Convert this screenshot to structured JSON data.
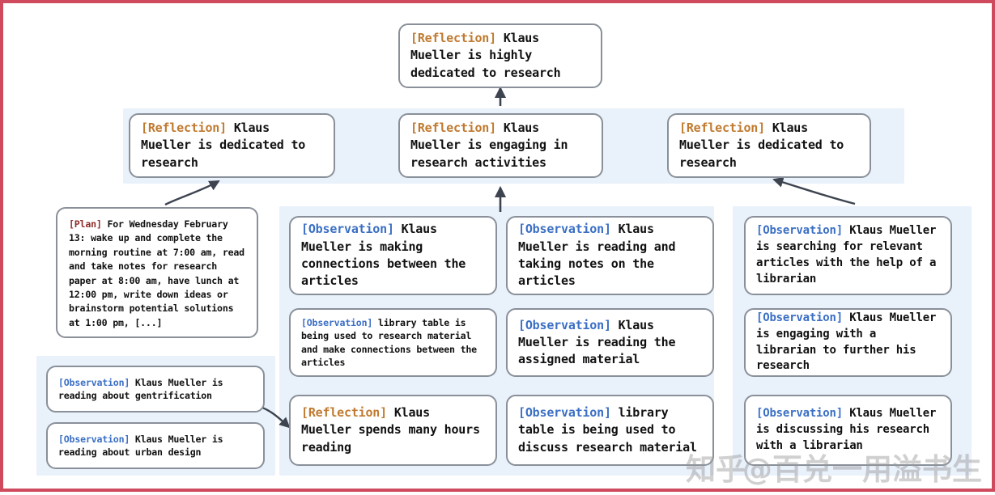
{
  "theme": {
    "page_border": "#cf4a5c",
    "panel_bg": "#e9f1fb",
    "node_border": "#8a9099",
    "node_bg": "#ffffff",
    "tag_reflection_color": "#c07a30",
    "tag_observation_color": "#3b6fc4",
    "tag_plan_color": "#8e2d2d",
    "arrow_color": "#3d4450"
  },
  "tags": {
    "reflection": "[Reflection]",
    "observation": "[Observation]",
    "plan": "[Plan]"
  },
  "top": {
    "tag": "[Reflection]",
    "text": " Klaus Mueller is highly dedicated to research"
  },
  "reflections": [
    {
      "tag": "[Reflection]",
      "text": " Klaus Mueller is dedicated to research"
    },
    {
      "tag": "[Reflection]",
      "text": " Klaus Mueller is engaging in research activities"
    },
    {
      "tag": "[Reflection]",
      "text": " Klaus Mueller is dedicated to research"
    }
  ],
  "plan": {
    "tag": "[Plan]",
    "text": " For Wednesday February 13: wake up and complete the morning routine at 7:00 am, read and take notes for research paper at 8:00 am, have lunch at 12:00 pm, write down ideas or brainstorm potential solutions at 1:00 pm, [...]"
  },
  "left_observations": [
    {
      "tag": "[Observation]",
      "text": " Klaus Mueller is reading about gentrification"
    },
    {
      "tag": "[Observation]",
      "text": " Klaus Mueller is reading about urban design"
    }
  ],
  "column_a": [
    {
      "tag": "[Observation]",
      "text": " Klaus Mueller is making connections between the articles",
      "size": "fs15"
    },
    {
      "tag": "[Observation]",
      "text": " library table is being used to research material and make connections between the articles",
      "size": "fs12"
    },
    {
      "tag": "[Reflection]",
      "text": " Klaus Mueller spends many hours reading",
      "size": "fs15"
    }
  ],
  "column_b": [
    {
      "tag": "[Observation]",
      "text": " Klaus Mueller is reading and taking notes on the articles",
      "size": "fs15"
    },
    {
      "tag": "[Observation]",
      "text": " Klaus Mueller is reading the assigned material",
      "size": "fs15"
    },
    {
      "tag": "[Observation]",
      "text": " library table is being used to discuss research material",
      "size": "fs15"
    }
  ],
  "column_c": [
    {
      "tag": "[Observation]",
      "text": " Klaus Mueller is searching for relevant articles with the help of a librarian",
      "size": "fs14"
    },
    {
      "tag": "[Observation]",
      "text": " Klaus Mueller is engaging with a librarian to further his research",
      "size": "fs14"
    },
    {
      "tag": "[Observation]",
      "text": " Klaus Mueller is discussing his research with a librarian",
      "size": "fs14"
    }
  ],
  "watermark": {
    "site": "知乎",
    "handle": "@百兑一用溢书生"
  }
}
